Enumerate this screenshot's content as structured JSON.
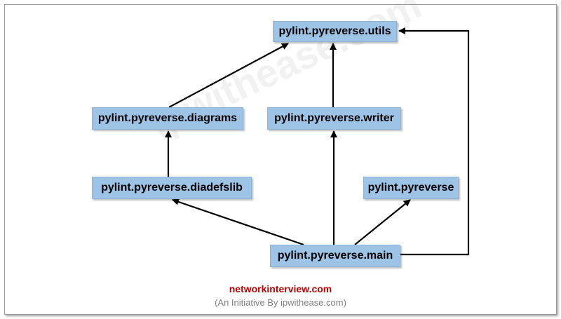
{
  "diagram": {
    "nodes": {
      "utils": "pylint.pyreverse.utils",
      "diagrams": "pylint.pyreverse.diagrams",
      "writer": "pylint.pyreverse.writer",
      "diadefslib": "pylint.pyreverse.diadefslib",
      "pyreverse": "pylint.pyreverse",
      "main": "pylint.pyreverse.main"
    },
    "edges": [
      {
        "from": "main",
        "to": "diadefslib"
      },
      {
        "from": "main",
        "to": "writer"
      },
      {
        "from": "main",
        "to": "pyreverse"
      },
      {
        "from": "main",
        "to": "utils"
      },
      {
        "from": "diadefslib",
        "to": "diagrams"
      },
      {
        "from": "diagrams",
        "to": "utils"
      },
      {
        "from": "writer",
        "to": "utils"
      }
    ]
  },
  "watermark": "ipwithease.com",
  "footer": {
    "site": "networkinterview.com",
    "tagline": "(An Initiative By ipwithease.com)"
  }
}
